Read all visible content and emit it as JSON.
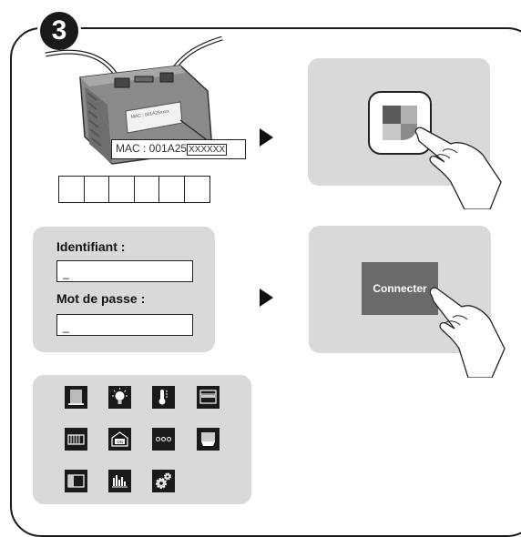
{
  "step": {
    "number": "3"
  },
  "device": {
    "mac_prefix": "MAC : 001A25",
    "mac_suffix": "XXXXXX",
    "model_label": "MAC : 001A25xxxx"
  },
  "code_entry": {
    "boxes": 6
  },
  "login": {
    "identifiant_label": "Identifiant :",
    "identifiant_value": "_",
    "password_label": "Mot de passe :",
    "password_value": "_"
  },
  "connect": {
    "button_label": "Connecter"
  },
  "app_tiles": [
    "shutter-icon",
    "lightbulb-icon",
    "thermometer-icon",
    "awning-icon",
    "gate-icon",
    "garage-on-icon",
    "more-icon",
    "roller-screen-icon",
    "door-icon",
    "statistics-icon",
    "settings-icon"
  ]
}
